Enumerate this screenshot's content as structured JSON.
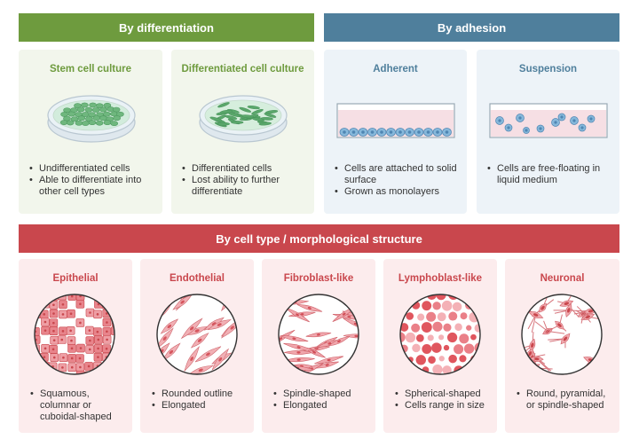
{
  "headers": {
    "differentiation": "By differentiation",
    "adhesion": "By adhesion",
    "cell_type": "By cell type / morphological structure"
  },
  "colors": {
    "green": "#6e9b3e",
    "blue": "#4f7f9c",
    "red": "#c9474d"
  },
  "differentiation": [
    {
      "title": "Stem cell culture",
      "bullets": [
        "Undifferentiated cells",
        "Able to differentiate into other cell types"
      ]
    },
    {
      "title": "Differentiated cell culture",
      "bullets": [
        "Differentiated cells",
        "Lost ability to further differentiate"
      ]
    }
  ],
  "adhesion": [
    {
      "title": "Adherent",
      "bullets": [
        "Cells are attached to solid surface",
        "Grown as monolayers"
      ]
    },
    {
      "title": "Suspension",
      "bullets": [
        "Cells are free-floating in liquid medium"
      ]
    }
  ],
  "cell_types": [
    {
      "title": "Epithelial",
      "bullets": [
        "Squamous, columnar or cuboidal-shaped"
      ]
    },
    {
      "title": "Endothelial",
      "bullets": [
        "Rounded outline",
        "Elongated"
      ]
    },
    {
      "title": "Fibroblast-like",
      "bullets": [
        "Spindle-shaped",
        "Elongated"
      ]
    },
    {
      "title": "Lymphoblast-like",
      "bullets": [
        "Spherical-shaped",
        "Cells range in size"
      ]
    },
    {
      "title": "Neuronal",
      "bullets": [
        "Round, pyramidal, or spindle-shaped"
      ]
    }
  ]
}
